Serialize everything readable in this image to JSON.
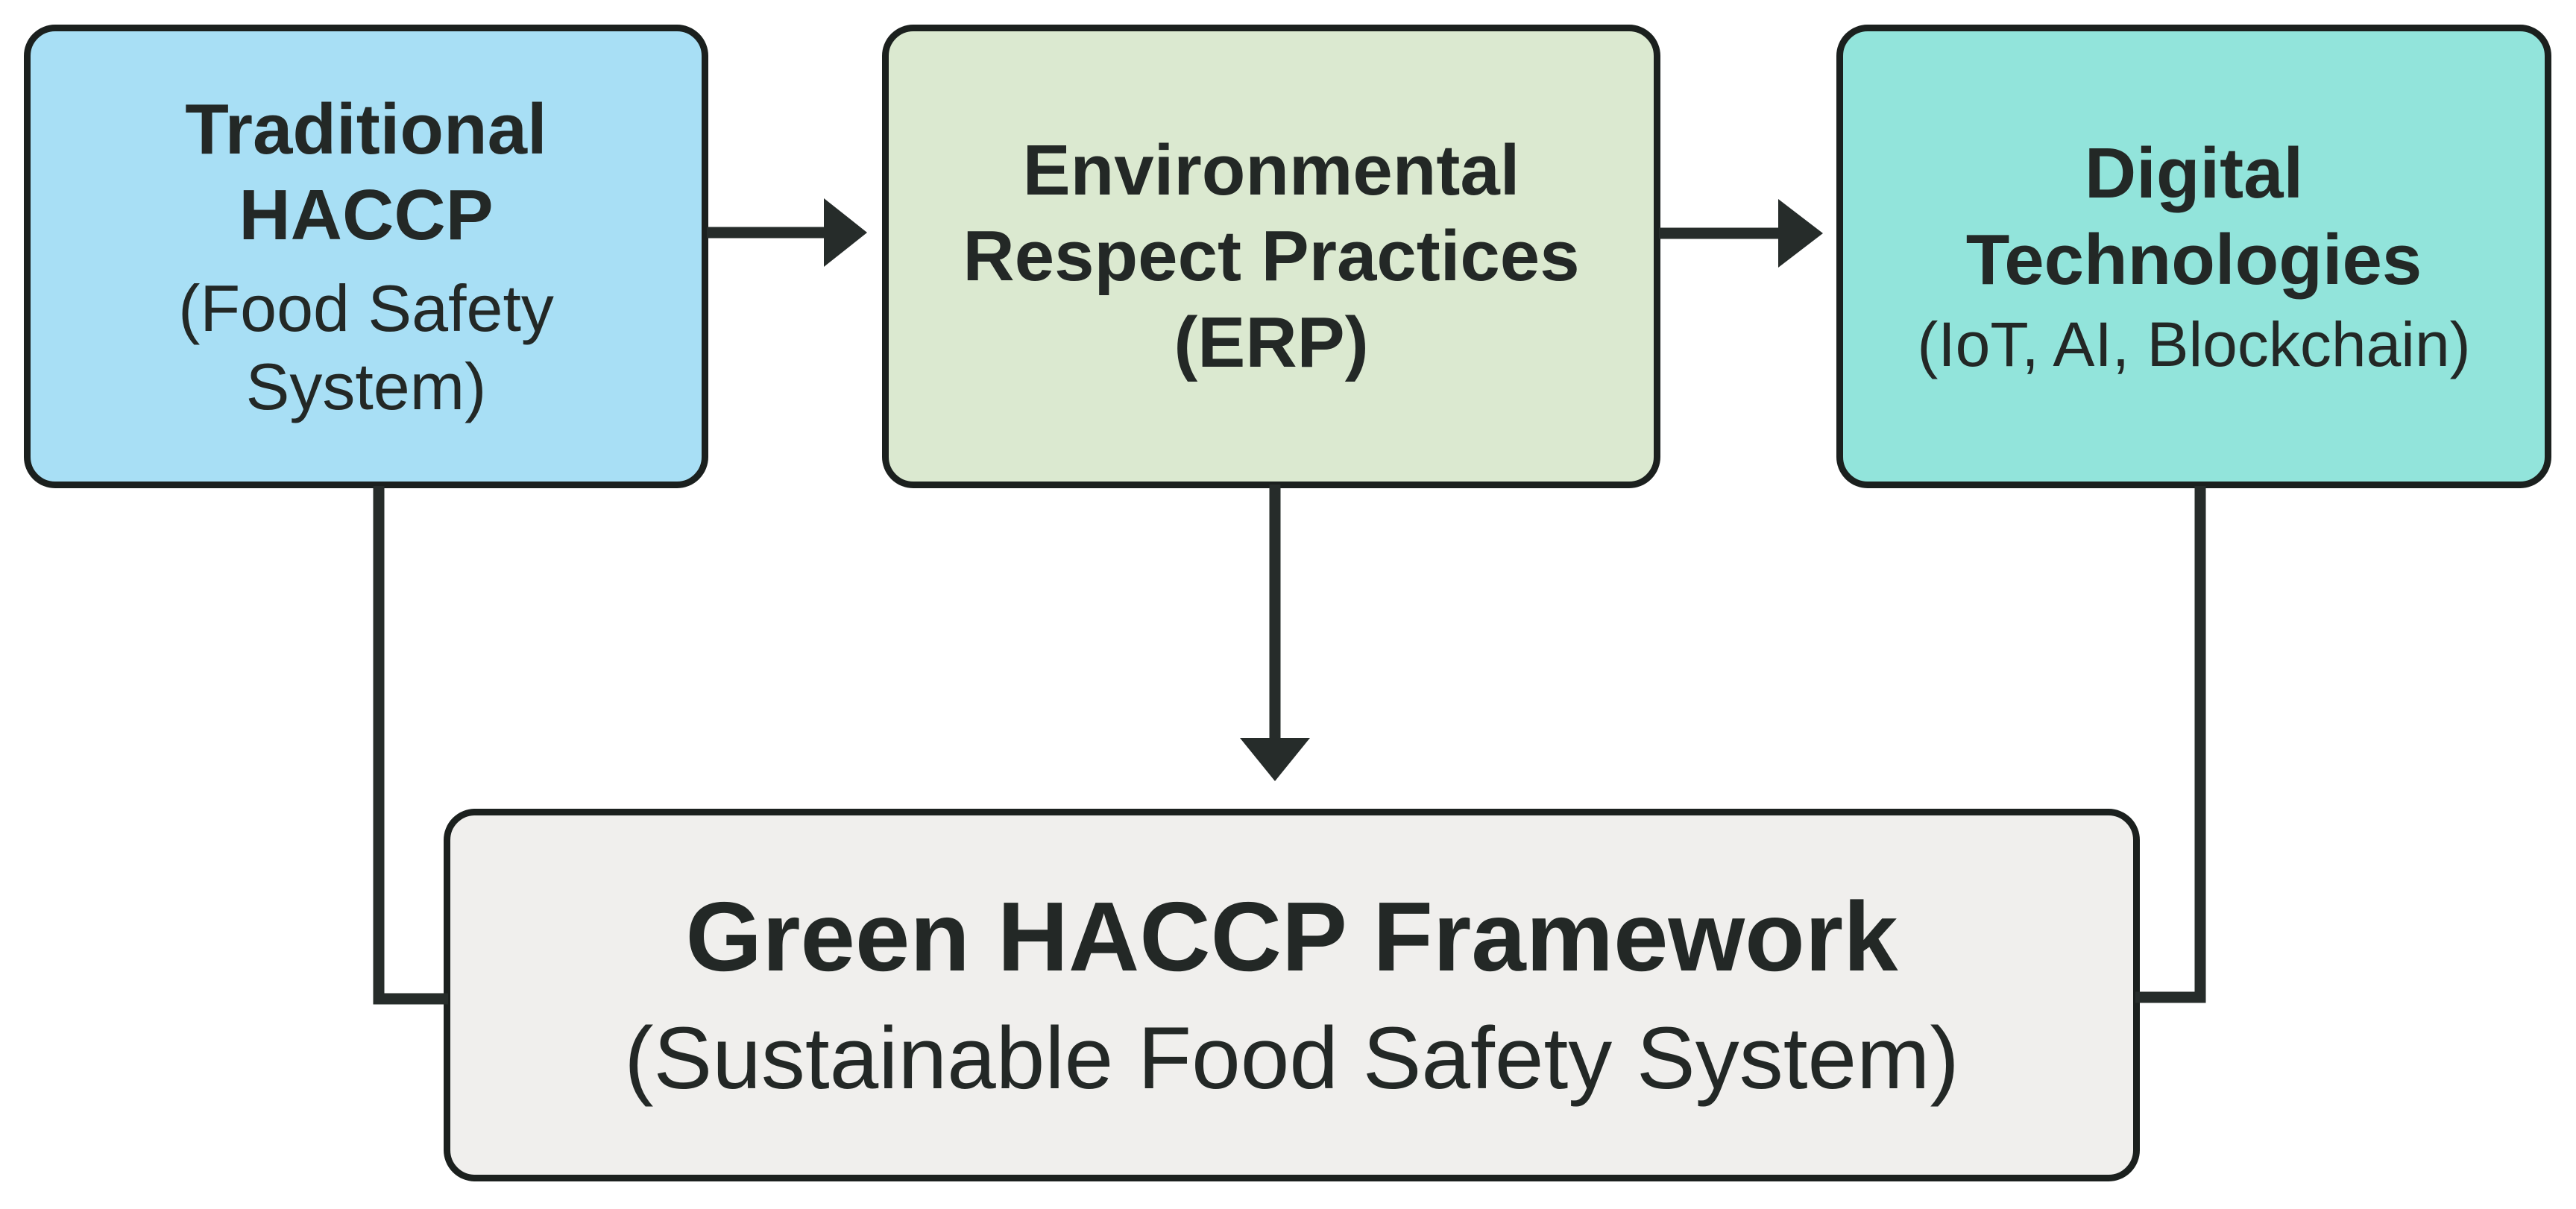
{
  "diagram": {
    "description": "Green HACCP Framework flowchart",
    "colors": {
      "background": "#ffffff",
      "node_border": "#1b201e",
      "connector": "#262c2a",
      "text": "#232826",
      "traditional_haccp_fill": "#a8dff5",
      "erp_fill": "#dbe9d0",
      "digital_technologies_fill": "#92e4db",
      "green_haccp_fill": "#f0efed"
    },
    "nodes": [
      {
        "id": "traditional-haccp",
        "title": "Traditional HACCP",
        "subtitle": "(Food Safety System)"
      },
      {
        "id": "erp",
        "title": "Environmental Respect Practices (ERP)",
        "subtitle": ""
      },
      {
        "id": "digital-technologies",
        "title": "Digital Technologies",
        "subtitle": "(IoT, AI, Blockchain)"
      },
      {
        "id": "green-haccp-framework",
        "title": "Green HACCP Framework",
        "subtitle": "(Sustainable Food Safety System)"
      }
    ],
    "edges": [
      {
        "from": "traditional-haccp",
        "to": "erp",
        "type": "arrow"
      },
      {
        "from": "erp",
        "to": "digital-technologies",
        "type": "arrow"
      },
      {
        "from": "erp",
        "to": "green-haccp-framework",
        "type": "arrow"
      },
      {
        "from": "traditional-haccp",
        "to": "green-haccp-framework",
        "type": "elbow-line"
      },
      {
        "from": "digital-technologies",
        "to": "green-haccp-framework",
        "type": "elbow-line"
      }
    ]
  }
}
